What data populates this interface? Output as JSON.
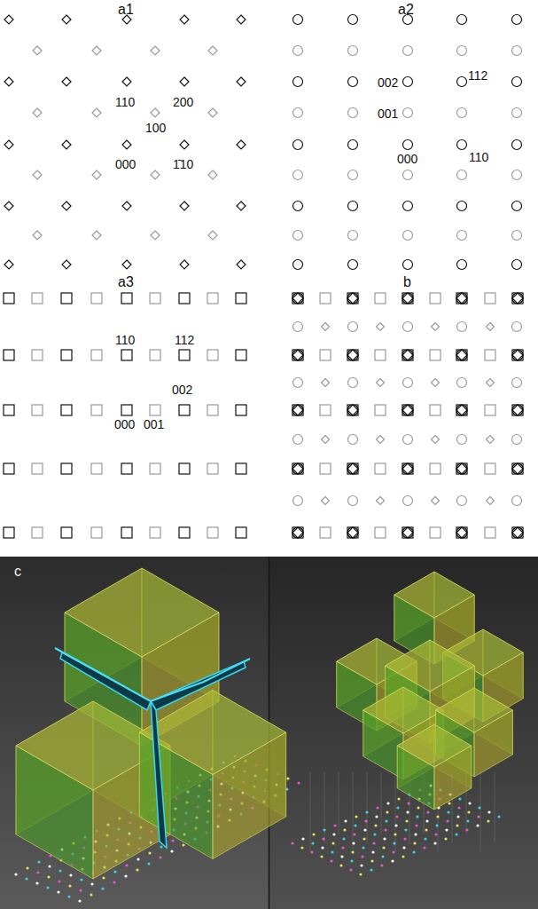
{
  "diagram": {
    "labels": [
      "a1",
      "110",
      "200",
      "100",
      "000",
      "1̄10",
      "a2",
      "002",
      "112",
      "001",
      "000",
      "110",
      "a3",
      "110",
      "112",
      "002",
      "000",
      "001",
      "b",
      "c"
    ]
  }
}
